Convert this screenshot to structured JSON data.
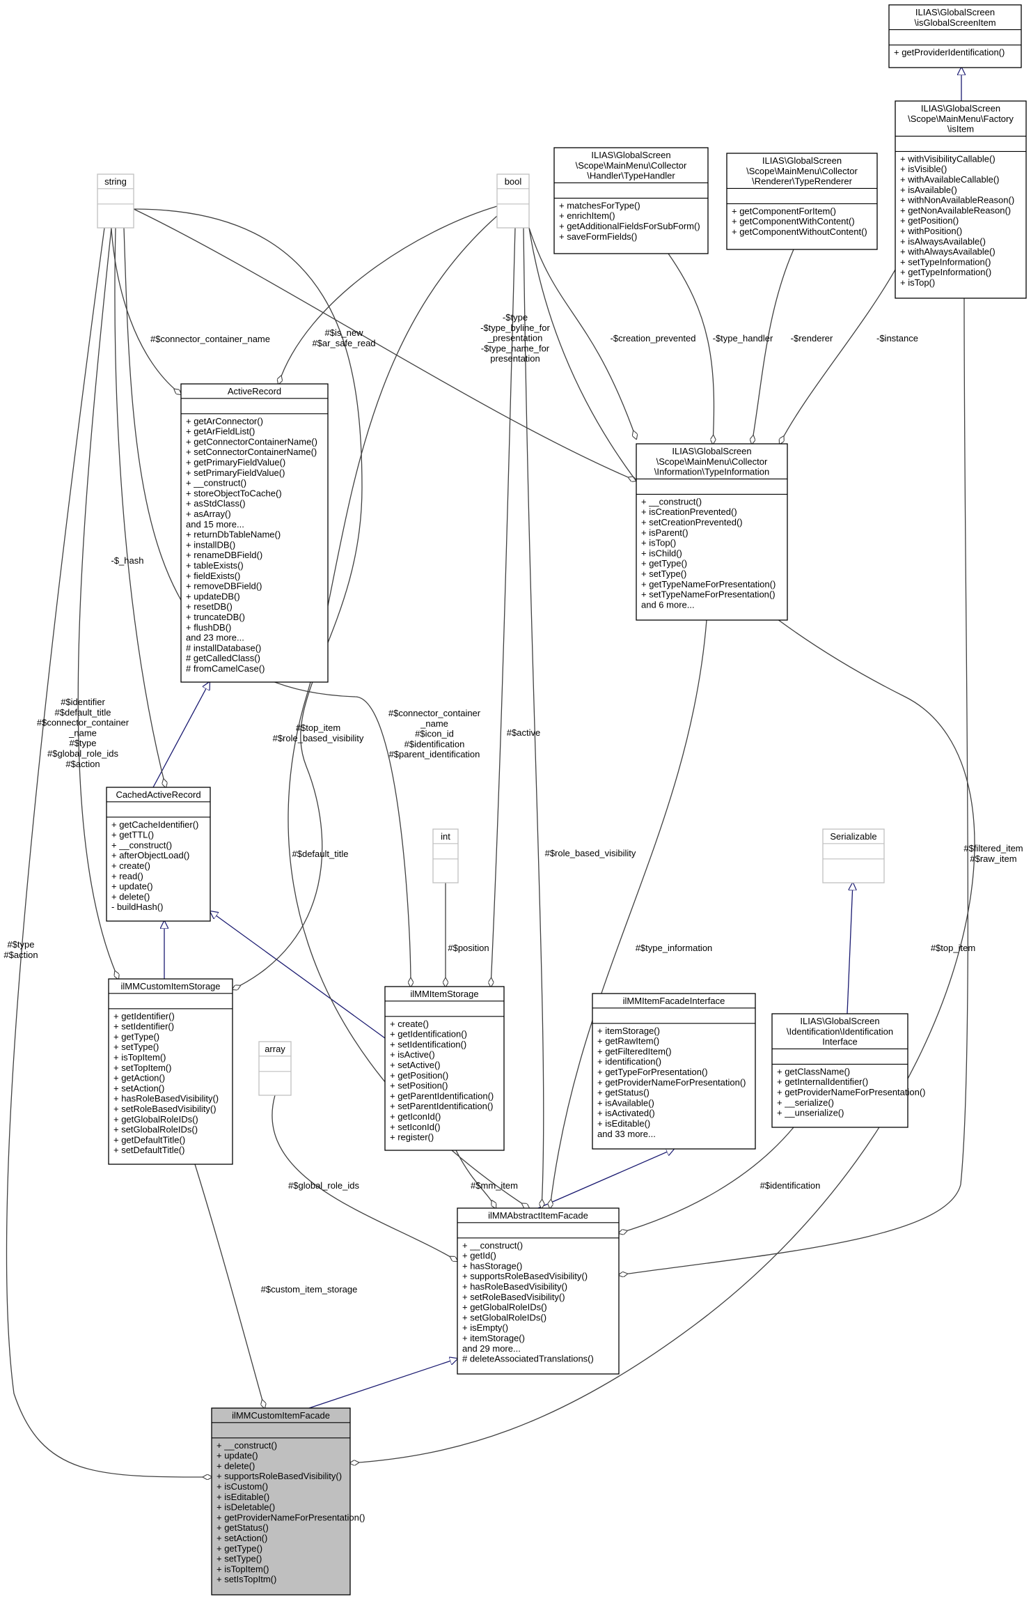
{
  "colors": {
    "edge": "#404040",
    "inheritance": "#191970",
    "box_border": "#000000",
    "box_border_light": "#bfbfbf",
    "highlight_fill": "#bfbfbf"
  },
  "classes": {
    "string": {
      "name": [
        "string"
      ],
      "members": []
    },
    "bool": {
      "name": [
        "bool"
      ],
      "members": []
    },
    "int": {
      "name": [
        "int"
      ],
      "members": []
    },
    "array": {
      "name": [
        "array"
      ],
      "members": []
    },
    "serializable": {
      "name": [
        "Serializable"
      ],
      "members": []
    },
    "is_global_screen_item": {
      "name": [
        "ILIAS\\GlobalScreen",
        "\\isGlobalScreenItem"
      ],
      "members": [
        "+ getProviderIdentification()"
      ]
    },
    "is_item": {
      "name": [
        "ILIAS\\GlobalScreen",
        "\\Scope\\MainMenu\\Factory",
        "\\isItem"
      ],
      "members": [
        "+ withVisibilityCallable()",
        "+ isVisible()",
        "+ withAvailableCallable()",
        "+ isAvailable()",
        "+ withNonAvailableReason()",
        "+ getNonAvailableReason()",
        "+ getPosition()",
        "+ withPosition()",
        "+ isAlwaysAvailable()",
        "+ withAlwaysAvailable()",
        "+ setTypeInformation()",
        "+ getTypeInformation()",
        "+ isTop()"
      ]
    },
    "type_handler": {
      "name": [
        "ILIAS\\GlobalScreen",
        "\\Scope\\MainMenu\\Collector",
        "\\Handler\\TypeHandler"
      ],
      "members": [
        "+ matchesForType()",
        "+ enrichItem()",
        "+ getAdditionalFieldsForSubForm()",
        "+ saveFormFields()"
      ]
    },
    "type_renderer": {
      "name": [
        "ILIAS\\GlobalScreen",
        "\\Scope\\MainMenu\\Collector",
        "\\Renderer\\TypeRenderer"
      ],
      "members": [
        "+ getComponentForItem()",
        "+ getComponentWithContent()",
        "+ getComponentWithoutContent()"
      ]
    },
    "active_record": {
      "name": [
        "ActiveRecord"
      ],
      "members": [
        "+ getArConnector()",
        "+ getArFieldList()",
        "+ getConnectorContainerName()",
        "+ setConnectorContainerName()",
        "+ getPrimaryFieldValue()",
        "+ setPrimaryFieldValue()",
        "+ __construct()",
        "+ storeObjectToCache()",
        "+ asStdClass()",
        "+ asArray()",
        "and 15 more...",
        "+ returnDbTableName()",
        "+ installDB()",
        "+ renameDBField()",
        "+ tableExists()",
        "+ fieldExists()",
        "+ removeDBField()",
        "+ updateDB()",
        "+ resetDB()",
        "+ truncateDB()",
        "+ flushDB()",
        "and 23 more...",
        "# installDatabase()",
        "# getCalledClass()",
        "# fromCamelCase()"
      ]
    },
    "type_information": {
      "name": [
        "ILIAS\\GlobalScreen",
        "\\Scope\\MainMenu\\Collector",
        "\\Information\\TypeInformation"
      ],
      "members": [
        "+ __construct()",
        "+ isCreationPrevented()",
        "+ setCreationPrevented()",
        "+ isParent()",
        "+ isTop()",
        "+ isChild()",
        "+ getType()",
        "+ setType()",
        "+ getTypeNameForPresentation()",
        "+ setTypeNameForPresentation()",
        "and 6 more..."
      ]
    },
    "cached_active_record": {
      "name": [
        "CachedActiveRecord"
      ],
      "members": [
        "+ getCacheIdentifier()",
        "+ getTTL()",
        "+ __construct()",
        "+ afterObjectLoad()",
        "+ create()",
        "+ read()",
        "+ update()",
        "+ delete()",
        "- buildHash()"
      ]
    },
    "custom_item_storage": {
      "name": [
        "ilMMCustomItemStorage"
      ],
      "members": [
        "+ getIdentifier()",
        "+ setIdentifier()",
        "+ getType()",
        "+ setType()",
        "+ isTopItem()",
        "+ setTopItem()",
        "+ getAction()",
        "+ setAction()",
        "+ hasRoleBasedVisibility()",
        "+ setRoleBasedVisibility()",
        "+ getGlobalRoleIDs()",
        "+ setGlobalRoleIDs()",
        "+ getDefaultTitle()",
        "+ setDefaultTitle()"
      ]
    },
    "item_storage": {
      "name": [
        "ilMMItemStorage"
      ],
      "members": [
        "+ create()",
        "+ getIdentification()",
        "+ setIdentification()",
        "+ isActive()",
        "+ setActive()",
        "+ getPosition()",
        "+ setPosition()",
        "+ getParentIdentification()",
        "+ setParentIdentification()",
        "+ getIconId()",
        "+ setIconId()",
        "+ register()"
      ]
    },
    "item_facade_interface": {
      "name": [
        "ilMMItemFacadeInterface"
      ],
      "members": [
        "+ itemStorage()",
        "+ getRawItem()",
        "+ getFilteredItem()",
        "+ identification()",
        "+ getTypeForPresentation()",
        "+ getProviderNameForPresentation()",
        "+ getStatus()",
        "+ isAvailable()",
        "+ isActivated()",
        "+ isEditable()",
        "and 33 more..."
      ]
    },
    "identification_interface": {
      "name": [
        "ILIAS\\GlobalScreen",
        "\\Identification\\Identification",
        "Interface"
      ],
      "members": [
        "+ getClassName()",
        "+ getInternalIdentifier()",
        "+ getProviderNameForPresentation()",
        "+ __serialize()",
        "+ __unserialize()"
      ]
    },
    "abstract_item_facade": {
      "name": [
        "ilMMAbstractItemFacade"
      ],
      "members": [
        "+ __construct()",
        "+ getId()",
        "+ hasStorage()",
        "+ supportsRoleBasedVisibility()",
        "+ hasRoleBasedVisibility()",
        "+ setRoleBasedVisibility()",
        "+ getGlobalRoleIDs()",
        "+ setGlobalRoleIDs()",
        "+ isEmpty()",
        "+ itemStorage()",
        "and 29 more...",
        "# deleteAssociatedTranslations()"
      ]
    },
    "custom_item_facade": {
      "name": [
        "ilMMCustomItemFacade"
      ],
      "members": [
        "+ __construct()",
        "+ update()",
        "+ delete()",
        "+ supportsRoleBasedVisibility()",
        "+ isCustom()",
        "+ isEditable()",
        "+ isDeletable()",
        "+ getProviderNameForPresentation()",
        "+ getStatus()",
        "+ setAction()",
        "+ getType()",
        "+ setType()",
        "+ isTopItem()",
        "+ setIsTopItm()"
      ]
    }
  },
  "edge_labels": {
    "connector_container_name": [
      "#$connector_container_name"
    ],
    "is_new": [
      "#$is_new",
      "#$ar_safe_read"
    ],
    "hash": [
      "-$_hash"
    ],
    "type_byline": [
      "-$type",
      "-$type_byline_for",
      "_presentation",
      "-$type_name_for",
      "presentation"
    ],
    "creation_prevented": [
      "-$creation_prevented"
    ],
    "type_handler": [
      "-$type_handler"
    ],
    "renderer": [
      "-$renderer"
    ],
    "instance": [
      "-$instance"
    ],
    "identifier_group": [
      "#$identifier",
      "#$default_title",
      "#$connector_container",
      "_name",
      "#$type",
      "#$global_role_ids",
      "#$action"
    ],
    "top_item_role": [
      "#$top_item",
      "#$role_based_visibility"
    ],
    "connector_icon_group": [
      "#$connector_container",
      "_name",
      "#$icon_id",
      "#$identification",
      "#$parent_identification"
    ],
    "active": [
      "#$active"
    ],
    "default_title": [
      "#$default_title"
    ],
    "role_based_visibility": [
      "#$role_based_visibility"
    ],
    "filtered_item": [
      "#$filtered_item",
      "#$raw_item"
    ],
    "type_action": [
      "#$type",
      "#$action"
    ],
    "position": [
      "#$position"
    ],
    "type_information": [
      "#$type_information"
    ],
    "top_item": [
      "#$top_item"
    ],
    "global_role_ids": [
      "#$global_role_ids"
    ],
    "mm_item": [
      "#$mm_item"
    ],
    "identification": [
      "#$identification"
    ],
    "custom_item_storage": [
      "#$custom_item_storage"
    ]
  }
}
